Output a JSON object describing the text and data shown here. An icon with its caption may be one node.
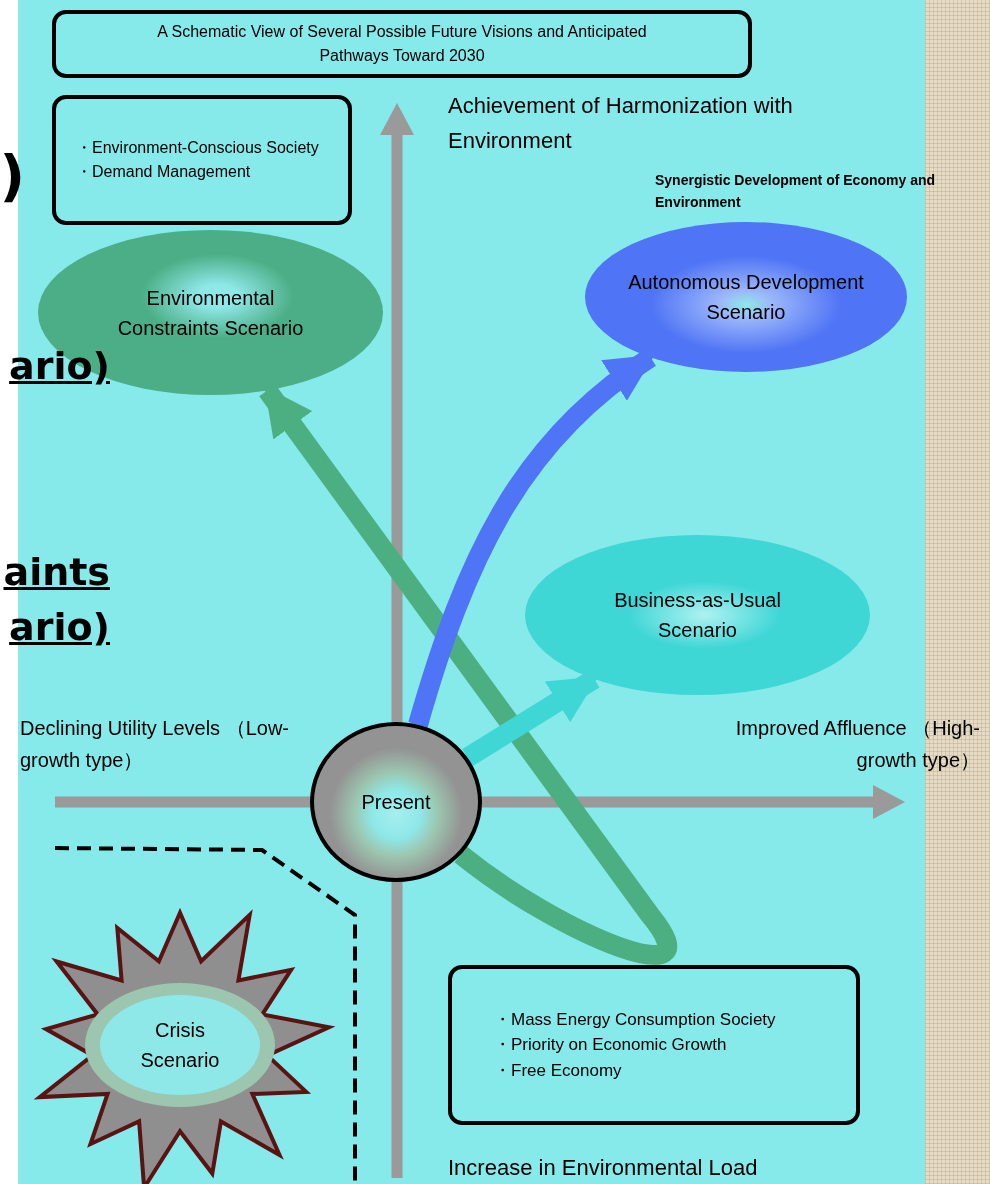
{
  "diagram": {
    "nodes": [
      {
        "text": [
          "A Schematic View of Several Possible Future Visions and Anticipated Pathways Toward 2030"
        ]
      },
      {
        "text": [
          "・Environment-Conscious Society",
          "・Demand Management"
        ]
      },
      {
        "text": [
          "Environmental Constraints Scenario"
        ]
      },
      {
        "text": [
          "Autonomous Development Scenario"
        ],
        "beside": [
          "Synergistic Development of Economy and Environment"
        ]
      },
      {
        "text": [
          "Business-as-Usual Scenario"
        ]
      },
      {
        "text": [
          "Present"
        ]
      },
      {
        "text": [
          "Crisis Scenario"
        ]
      },
      {
        "text": [
          "・Mass Energy Consumption Society",
          "・Priority on Economic Growth",
          "・Free Economy"
        ]
      }
    ],
    "edges": [
      {
        "from": 5,
        "to": 2,
        "arrow": "to",
        "color": "#4caf82"
      },
      {
        "from": 5,
        "to": 3,
        "arrow": "to",
        "color": "#4f74f5"
      },
      {
        "from": 5,
        "to": 4,
        "arrow": "to",
        "color": "#3fd6d6"
      }
    ],
    "labels": [
      ")",
      "Achievement of Harmonization with Environment",
      "ario)",
      "aints",
      "ario)",
      "Declining Utility Levels （Low-growth type）",
      "Improved Affluence （High-growth type）",
      "Increase in Environmental Load"
    ]
  }
}
